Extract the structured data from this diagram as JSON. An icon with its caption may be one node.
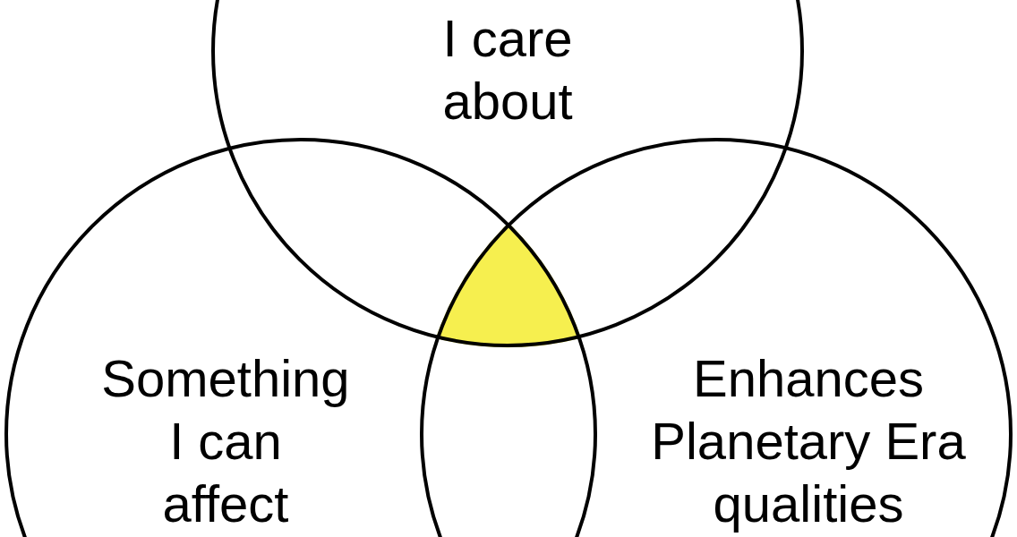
{
  "diagram": {
    "nodes": [
      {
        "text": [
          "I care about"
        ]
      },
      {
        "text": [
          "Something I can affect"
        ]
      },
      {
        "text": [
          "Enhances Planetary Era qualities"
        ]
      }
    ]
  }
}
